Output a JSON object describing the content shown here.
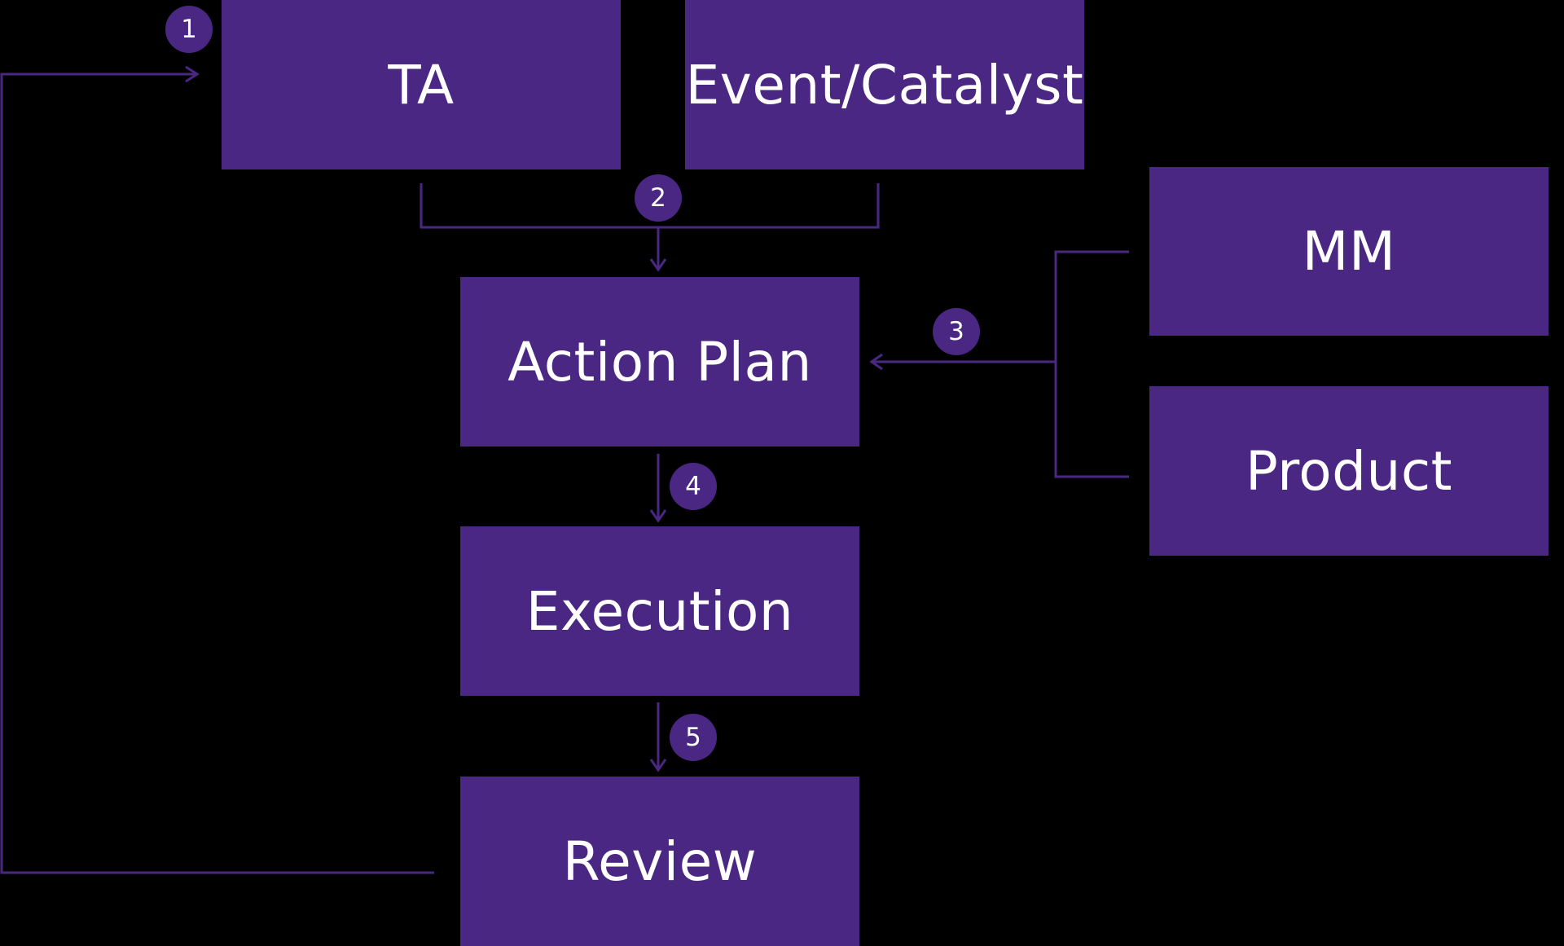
{
  "colors": {
    "background": "#000000",
    "box_fill": "#4b2784",
    "connector": "#4b2784",
    "text": "#ffffff"
  },
  "nodes": {
    "ta": "TA",
    "event": "Event/Catalyst",
    "action_plan": "Action Plan",
    "mm": "MM",
    "product": "Product",
    "execution": "Execution",
    "review": "Review"
  },
  "steps": [
    "1",
    "2",
    "3",
    "4",
    "5"
  ]
}
